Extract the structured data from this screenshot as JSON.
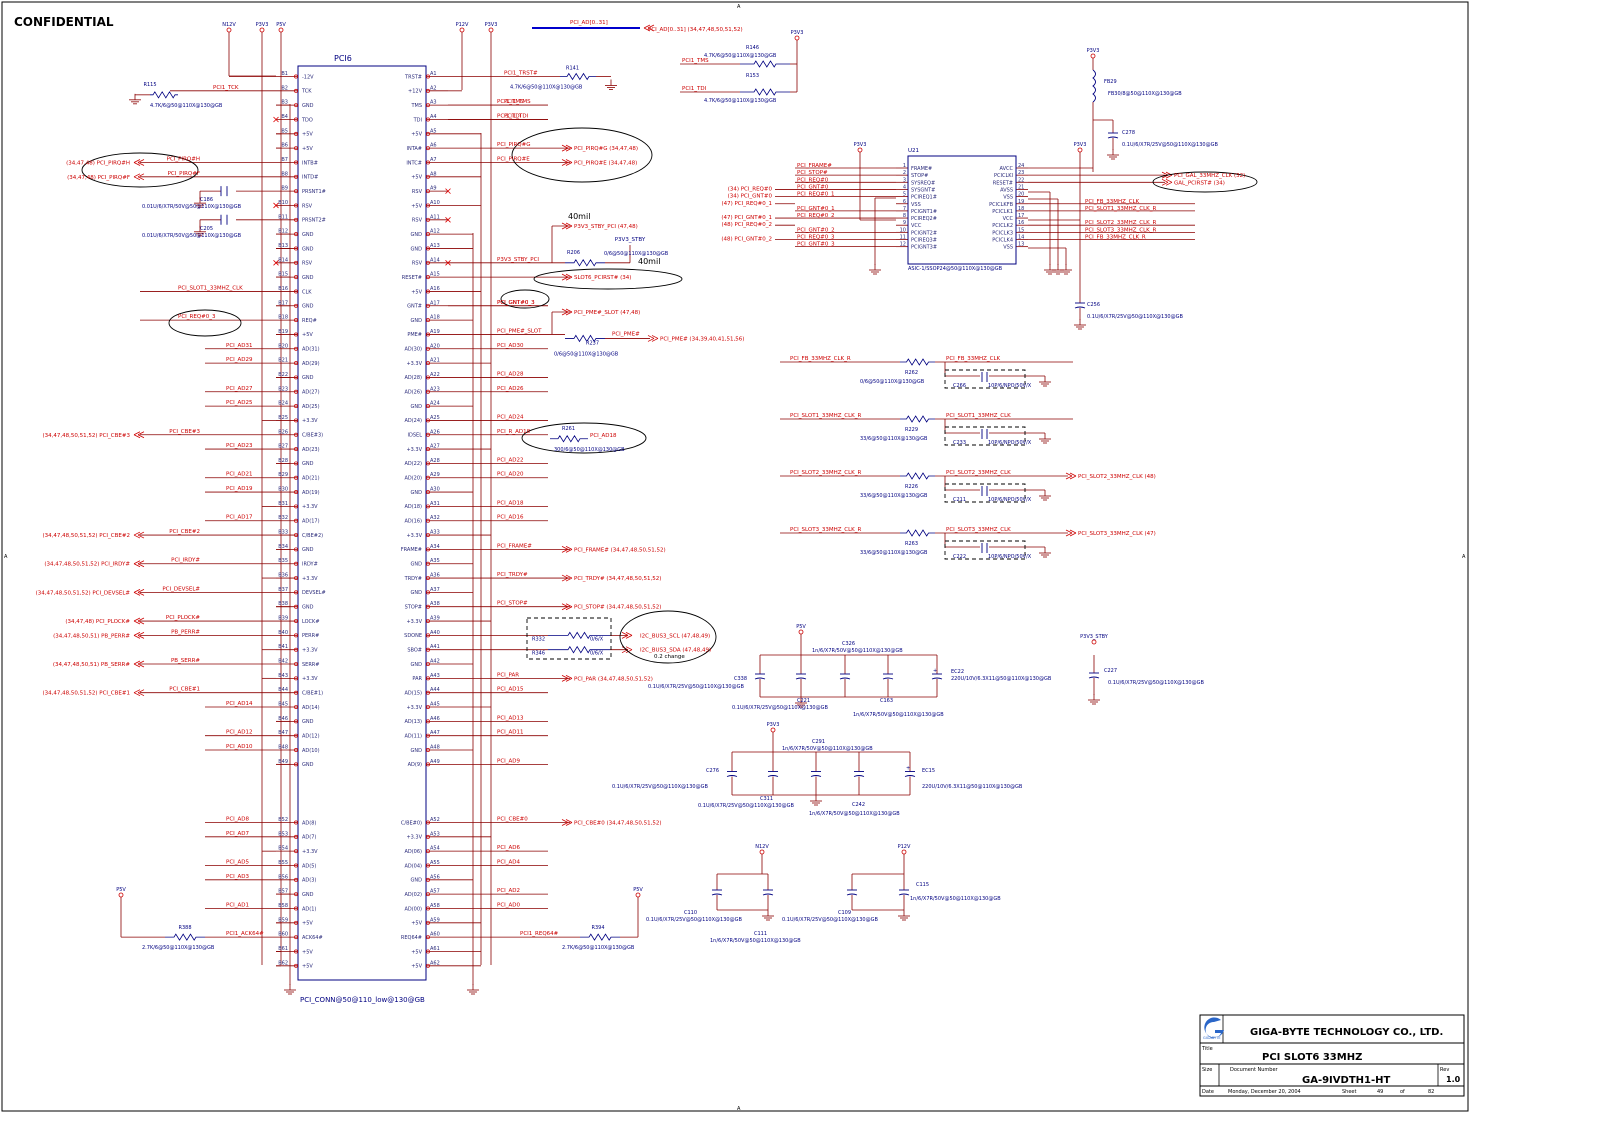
{
  "header": {
    "confidential": "CONFIDENTIAL"
  },
  "edge_markers": {
    "top": "A",
    "bottom": "A",
    "left": "A",
    "right": "A"
  },
  "connector": {
    "ref": "PCI6",
    "footprint": "PCI_CONN@50@110_low@130@GB",
    "left_pins": [
      [
        "B1",
        "-12V"
      ],
      [
        "B2",
        "TCK"
      ],
      [
        "B3",
        "GND"
      ],
      [
        "B4",
        "TDO"
      ],
      [
        "B5",
        "+5V"
      ],
      [
        "B6",
        "+5V"
      ],
      [
        "B7",
        "INTB#"
      ],
      [
        "B8",
        "INTD#"
      ],
      [
        "B9",
        "PRSNT1#"
      ],
      [
        "B10",
        "RSV"
      ],
      [
        "B11",
        "PRSNT2#"
      ],
      [
        "B12",
        "GND"
      ],
      [
        "B13",
        "GND"
      ],
      [
        "B14",
        "RSV"
      ],
      [
        "B15",
        "GND"
      ],
      [
        "B16",
        "CLK"
      ],
      [
        "B17",
        "GND"
      ],
      [
        "B18",
        "REQ#"
      ],
      [
        "B19",
        "+5V"
      ],
      [
        "B20",
        "AD(31)"
      ],
      [
        "B21",
        "AD(29)"
      ],
      [
        "B22",
        "GND"
      ],
      [
        "B23",
        "AD(27)"
      ],
      [
        "B24",
        "AD(25)"
      ],
      [
        "B25",
        "+3.3V"
      ],
      [
        "B26",
        "C/BE#3)"
      ],
      [
        "B27",
        "AD(23)"
      ],
      [
        "B28",
        "GND"
      ],
      [
        "B29",
        "AD(21)"
      ],
      [
        "B30",
        "AD(19)"
      ],
      [
        "B31",
        "+3.3V"
      ],
      [
        "B32",
        "AD(17)"
      ],
      [
        "B33",
        "C/BE#2)"
      ],
      [
        "B34",
        "GND"
      ],
      [
        "B35",
        "IRDY#"
      ],
      [
        "B36",
        "+3.3V"
      ],
      [
        "B37",
        "DEVSEL#"
      ],
      [
        "B38",
        "GND"
      ],
      [
        "B39",
        "LOCK#"
      ],
      [
        "B40",
        "PERR#"
      ],
      [
        "B41",
        "+3.3V"
      ],
      [
        "B42",
        "SERR#"
      ],
      [
        "B43",
        "+3.3V"
      ],
      [
        "B44",
        "C/BE#1)"
      ],
      [
        "B45",
        "AD(14)"
      ],
      [
        "B46",
        "GND"
      ],
      [
        "B47",
        "AD(12)"
      ],
      [
        "B48",
        "AD(10)"
      ],
      [
        "B49",
        "GND"
      ]
    ],
    "left_pins_low": [
      [
        "B52",
        "AD(8)"
      ],
      [
        "B53",
        "AD(7)"
      ],
      [
        "B54",
        "+3.3V"
      ],
      [
        "B55",
        "AD(5)"
      ],
      [
        "B56",
        "AD(3)"
      ],
      [
        "B57",
        "GND"
      ],
      [
        "B58",
        "AD(1)"
      ],
      [
        "B59",
        "+5V"
      ],
      [
        "B60",
        "ACK64#"
      ],
      [
        "B61",
        "+5V"
      ],
      [
        "B62",
        "+5V"
      ]
    ],
    "right_pins": [
      [
        "A1",
        "TRST#"
      ],
      [
        "A2",
        "+12V"
      ],
      [
        "A3",
        "TMS"
      ],
      [
        "A4",
        "TDI"
      ],
      [
        "A5",
        "+5V"
      ],
      [
        "A6",
        "INTA#"
      ],
      [
        "A7",
        "INTC#"
      ],
      [
        "A8",
        "+5V"
      ],
      [
        "A9",
        "RSV"
      ],
      [
        "A10",
        "+5V"
      ],
      [
        "A11",
        "RSV"
      ],
      [
        "A12",
        "GND"
      ],
      [
        "A13",
        "GND"
      ],
      [
        "A14",
        "RSV"
      ],
      [
        "A15",
        "RESET#"
      ],
      [
        "A16",
        "+5V"
      ],
      [
        "A17",
        "GNT#"
      ],
      [
        "A18",
        "GND"
      ],
      [
        "A19",
        "PME#"
      ],
      [
        "A20",
        "AD(30)"
      ],
      [
        "A21",
        "+3.3V"
      ],
      [
        "A22",
        "AD(28)"
      ],
      [
        "A23",
        "AD(26)"
      ],
      [
        "A24",
        "GND"
      ],
      [
        "A25",
        "AD(24)"
      ],
      [
        "A26",
        "IDSEL"
      ],
      [
        "A27",
        "+3.3V"
      ],
      [
        "A28",
        "AD(22)"
      ],
      [
        "A29",
        "AD(20)"
      ],
      [
        "A30",
        "GND"
      ],
      [
        "A31",
        "AD(18)"
      ],
      [
        "A32",
        "AD(16)"
      ],
      [
        "A33",
        "+3.3V"
      ],
      [
        "A34",
        "FRAME#"
      ],
      [
        "A35",
        "GND"
      ],
      [
        "A36",
        "TRDY#"
      ],
      [
        "A37",
        "GND"
      ],
      [
        "A38",
        "STOP#"
      ],
      [
        "A39",
        "+3.3V"
      ],
      [
        "A40",
        "SDONE"
      ],
      [
        "A41",
        "SBO#"
      ],
      [
        "A42",
        "GND"
      ],
      [
        "A43",
        "PAR"
      ],
      [
        "A44",
        "AD(15)"
      ],
      [
        "A45",
        "+3.3V"
      ],
      [
        "A46",
        "AD(13)"
      ],
      [
        "A47",
        "AD(11)"
      ],
      [
        "A48",
        "GND"
      ],
      [
        "A49",
        "AD(9)"
      ]
    ],
    "right_pins_low": [
      [
        "A52",
        "C/BE#0)"
      ],
      [
        "A53",
        "+3.3V"
      ],
      [
        "A54",
        "AD(06)"
      ],
      [
        "A55",
        "AD(04)"
      ],
      [
        "A56",
        "GND"
      ],
      [
        "A57",
        "AD(02)"
      ],
      [
        "A58",
        "AD(00)"
      ],
      [
        "A59",
        "+5V"
      ],
      [
        "A60",
        "REQ64#"
      ],
      [
        "A61",
        "+5V"
      ],
      [
        "A62",
        "+5V"
      ]
    ]
  },
  "rails": {
    "n12v": "N12V",
    "p3v3": "P3V3",
    "p5v": "P5V",
    "p12v": "P12V",
    "p3v3_stby": "P3V3_STBY"
  },
  "bus_label": "PCI_AD[0..31]",
  "bus_ref": "PCI_AD[0..31]   (34,47,48,50,51,52)",
  "left_nets": [
    {
      "pin": "B2",
      "net": "PCI1_TCK"
    },
    {
      "pin": "B7",
      "net": "PCI_PIRQ#H",
      "ref": "(34,47,48)",
      "port": "PCI_PIRQ#H"
    },
    {
      "pin": "B8",
      "net": "PCI_PIRQ#F",
      "ref": "(34,47,48)",
      "port": "PCI_PIRQ#F"
    },
    {
      "pin": "B16",
      "net": "PCI_SLOT1_33MHZ_CLK"
    },
    {
      "pin": "B18",
      "net": "PCI_REQ#0_3"
    },
    {
      "pin": "B20",
      "net": "PCI_AD31"
    },
    {
      "pin": "B21",
      "net": "PCI_AD29"
    },
    {
      "pin": "B23",
      "net": "PCI_AD27"
    },
    {
      "pin": "B24",
      "net": "PCI_AD25"
    },
    {
      "pin": "B26",
      "net": "PCI_CBE#3",
      "ref": "(34,47,48,50,51,52)",
      "port": "PCI_CBE#3"
    },
    {
      "pin": "B27",
      "net": "PCI_AD23"
    },
    {
      "pin": "B29",
      "net": "PCI_AD21"
    },
    {
      "pin": "B30",
      "net": "PCI_AD19"
    },
    {
      "pin": "B32",
      "net": "PCI_AD17"
    },
    {
      "pin": "B33",
      "net": "PCI_CBE#2",
      "ref": "(34,47,48,50,51,52)",
      "port": "PCI_CBE#2"
    },
    {
      "pin": "B35",
      "net": "PCI_IRDY#",
      "ref": "(34,47,48,50,51,52)",
      "port": "PCI_IRDY#"
    },
    {
      "pin": "B37",
      "net": "PCI_DEVSEL#",
      "ref": "(34,47,48,50,51,52)",
      "port": "PCI_DEVSEL#"
    },
    {
      "pin": "B39",
      "net": "PCI_PLOCK#",
      "ref": "(34,47,48)",
      "port": "PCI_PLOCK#"
    },
    {
      "pin": "B40",
      "net": "PB_PERR#",
      "ref": "(34,47,48,50,51)",
      "port": "PB_PERR#"
    },
    {
      "pin": "B42",
      "net": "PB_SERR#",
      "ref": "(34,47,48,50,51)",
      "port": "PB_SERR#"
    },
    {
      "pin": "B44",
      "net": "PCI_CBE#1",
      "ref": "(34,47,48,50,51,52)",
      "port": "PCI_CBE#1"
    },
    {
      "pin": "B45",
      "net": "PCI_AD14"
    },
    {
      "pin": "B47",
      "net": "PCI_AD12"
    },
    {
      "pin": "B48",
      "net": "PCI_AD10"
    },
    {
      "pin": "B52",
      "net": "PCI_AD8"
    },
    {
      "pin": "B53",
      "net": "PCI_AD7"
    },
    {
      "pin": "B55",
      "net": "PCI_AD5"
    },
    {
      "pin": "B56",
      "net": "PCI_AD3"
    },
    {
      "pin": "B58",
      "net": "PCI_AD1"
    },
    {
      "pin": "B60",
      "net": "PCI1_ACK64#"
    }
  ],
  "right_nets": [
    {
      "pin": "A1",
      "net": "PCI1_TRST#"
    },
    {
      "pin": "A3",
      "net": "PCI1_TMS"
    },
    {
      "pin": "A4",
      "net": "PCI1_TDI"
    },
    {
      "pin": "A6",
      "net": "PCI_PIRQ#G",
      "port": "PCI_PIRQ#G",
      "ref": "(34,47,48)"
    },
    {
      "pin": "A7",
      "net": "PCI_PIRQ#E",
      "port": "PCI_PIRQ#E",
      "ref": "(34,47,48)"
    },
    {
      "pin": "A14",
      "net": "P3V3_STBY_PCI"
    },
    {
      "pin": "A15",
      "net": "",
      "port": "SLOT6_PCIRST#",
      "ref": "(34)"
    },
    {
      "pin": "A17",
      "net": "PCI_GNT#0_3"
    },
    {
      "pin": "A19",
      "net": "PCI_PME#_SLOT"
    },
    {
      "pin": "A20",
      "net": "PCI_AD30"
    },
    {
      "pin": "A22",
      "net": "PCI_AD28"
    },
    {
      "pin": "A23",
      "net": "PCI_AD26"
    },
    {
      "pin": "A25",
      "net": "PCI_AD24"
    },
    {
      "pin": "A26",
      "net": "PCI_R_AD18"
    },
    {
      "pin": "A28",
      "net": "PCI_AD22"
    },
    {
      "pin": "A29",
      "net": "PCI_AD20"
    },
    {
      "pin": "A31",
      "net": "PCI_AD18"
    },
    {
      "pin": "A32",
      "net": "PCI_AD16"
    },
    {
      "pin": "A34",
      "net": "PCI_FRAME#",
      "port": "PCI_FRAME#",
      "ref": "(34,47,48,50,51,52)"
    },
    {
      "pin": "A36",
      "net": "PCI_TRDY#",
      "port": "PCI_TRDY#",
      "ref": "(34,47,48,50,51,52)"
    },
    {
      "pin": "A38",
      "net": "PCI_STOP#",
      "port": "PCI_STOP#",
      "ref": "(34,47,48,50,51,52)"
    },
    {
      "pin": "A43",
      "net": "PCI_PAR",
      "port": "PCI_PAR",
      "ref": "(34,47,48,50,51,52)"
    },
    {
      "pin": "A44",
      "net": "PCI_AD15"
    },
    {
      "pin": "A46",
      "net": "PCI_AD13"
    },
    {
      "pin": "A47",
      "net": "PCI_AD11"
    },
    {
      "pin": "A49",
      "net": "PCI_AD9"
    },
    {
      "pin": "A52",
      "net": "PCI_CBE#0",
      "port": "PCI_CBE#0",
      "ref": "(34,47,48,50,51,52)"
    },
    {
      "pin": "A54",
      "net": "PCI_AD6"
    },
    {
      "pin": "A55",
      "net": "PCI_AD4"
    },
    {
      "pin": "A57",
      "net": "PCI_AD2"
    },
    {
      "pin": "A58",
      "net": "PCI_AD0"
    },
    {
      "pin": "A60",
      "net": "PCI1_REQ64#"
    }
  ],
  "resistors": {
    "r115": {
      "ref": "R115",
      "val": "4.7K/6@50@110X@130@GB"
    },
    "r141": {
      "ref": "R141",
      "val": "4.7K/6@50@110X@130@GB"
    },
    "r146": {
      "ref": "R146",
      "val": "4.7K/6@50@110X@130@GB"
    },
    "r153": {
      "ref": "R153",
      "val": "4.7K/6@50@110X@130@GB"
    },
    "r206": {
      "ref": "R206",
      "val": "0/6@50@110X@130@GB"
    },
    "r237": {
      "ref": "R237",
      "val": "0/6@50@110X@130@GB"
    },
    "r261": {
      "ref": "R261",
      "val": "300/6@50@110X@130@GB"
    },
    "r388": {
      "ref": "R388",
      "val": "2.7K/6@50@110X@130@GB"
    },
    "r394": {
      "ref": "R394",
      "val": "2.7K/6@50@110X@130@GB"
    },
    "r332": {
      "ref": "R332",
      "val": "0/6/X"
    },
    "r346": {
      "ref": "R346",
      "val": "0/6/X"
    }
  },
  "caps_misc": {
    "c186": {
      "ref": "C186",
      "val": "0.01U/6/X7R/50V@50@110X@130@GB"
    },
    "c205": {
      "ref": "C205",
      "val": "0.01U/6/X7R/50V@50@110X@130@GB"
    }
  },
  "notes": {
    "w40a": "40mil",
    "w40b": "40mil",
    "change": "0.2 change",
    "pme_ref": "(34,39,40,41,51,56)",
    "pme_port": "PCI_PME#",
    "pme_net": "PCI_PME#_SLOT",
    "pme_mid": "PCI_PME#",
    "stby_ref": "(47,48)",
    "stby_port": "P3V3_STBY_PCI",
    "stby_src": "P3V3_STBY",
    "pme_slot_port": "PCI_PME#_SLOT",
    "pme_slot_ref": "(47,48)",
    "idsel": "PCI_AD18",
    "i2c_scl": "I2C_BUS3_SCL",
    "i2c_sda": "I2C_BUS3_SDA",
    "i2c_ref_scl": "(47,48,49)",
    "i2c_ref_sda": "(47,48,49)"
  },
  "u21": {
    "ref": "U21",
    "footprint": "ASIC-1/SSOP24@50@110X@130@GB",
    "left_pins": [
      [
        "1",
        "FRAME#"
      ],
      [
        "2",
        "STOP#"
      ],
      [
        "3",
        "SYSREQ#"
      ],
      [
        "4",
        "SYSGNT#"
      ],
      [
        "5",
        "PCIREQ1#"
      ],
      [
        "6",
        "VSS"
      ],
      [
        "7",
        "PCIGNT1#"
      ],
      [
        "8",
        "PCIREQ2#"
      ],
      [
        "9",
        "VCC"
      ],
      [
        "10",
        "PCIGNT2#"
      ],
      [
        "11",
        "PCIREQ3#"
      ],
      [
        "12",
        "PCIGNT3#"
      ]
    ],
    "right_pins": [
      [
        "24",
        "AVCC"
      ],
      [
        "23",
        "PCICLKI"
      ],
      [
        "22",
        "RESET#"
      ],
      [
        "21",
        "AVSS"
      ],
      [
        "20",
        "VSS"
      ],
      [
        "19",
        "PCICLKFB"
      ],
      [
        "18",
        "PCICLK1"
      ],
      [
        "17",
        "VCC"
      ],
      [
        "16",
        "PCICLK2"
      ],
      [
        "15",
        "PCICLK3"
      ],
      [
        "14",
        "PCICLK4"
      ],
      [
        "13",
        "VSS"
      ]
    ],
    "left_nets": [
      "PCI_FRAME#",
      "PCI_STOP#",
      "PCI_REQ#0",
      "PCI_GNT#0",
      "PCI_REQ#0_1",
      "",
      "PCI_GNT#0_1",
      "PCI_REQ#0_2",
      "",
      "PCI_GNT#0_2",
      "PCI_REQ#0_3",
      "PCI_GNT#0_3"
    ],
    "left_ports": [
      {
        "row": 3,
        "text": "(34)  PCI_REQ#0"
      },
      {
        "row": 4,
        "text": "(34)  PCI_GNT#0"
      },
      {
        "row": 5,
        "text": "(47)  PCI_REQ#0_1"
      },
      {
        "row": 7,
        "text": "(47)  PCI_GNT#0_1"
      },
      {
        "row": 8,
        "text": "(48)  PCI_REQ#0_2"
      },
      {
        "row": 10,
        "text": "(48)  PCI_GNT#0_2"
      }
    ],
    "right_nets": [
      "",
      "PCI_GAL_33MHZ_CLK",
      "GAL_PCIRST#",
      "",
      "",
      "PCI_FB_33MHZ_CLK",
      "PCI_SLOT1_33MHZ_CLK_R",
      "",
      "PCI_SLOT2_33MHZ_CLK_R",
      "PCI_SLOT3_33MHZ_CLK_R",
      "PCI_FB_33MHZ_CLK_R",
      ""
    ],
    "right_ports": [
      {
        "row": 1,
        "text": "PCI_GAL_33MHZ_CLK  (32)"
      },
      {
        "row": 2,
        "text": "GAL_PCIRST#  (34)"
      }
    ],
    "fb29": {
      "ref": "FB29",
      "val": "FB30/8@50@110X@130@GB"
    },
    "c278": {
      "ref": "C278",
      "val": "0.1U/6/X7R/25V@50@110X@130@GB"
    },
    "c256": {
      "ref": "C256",
      "val": "0.1U/6/X7R/25V@50@110X@130@GB"
    }
  },
  "clk_rows": [
    {
      "in": "PCI_FB_33MHZ_CLK_R",
      "out": "PCI_FB_33MHZ_CLK",
      "r": "R262",
      "rval": "0/6@50@110X@130@GB",
      "c": "C266",
      "cval": "10P/6/NPO/50V/X",
      "port": ""
    },
    {
      "in": "PCI_SLOT1_33MHZ_CLK_R",
      "out": "PCI_SLOT1_33MHZ_CLK",
      "r": "R229",
      "rval": "33/6@50@110X@130@GB",
      "c": "C233",
      "cval": "10P/6/NPO/50V/X",
      "port": ""
    },
    {
      "in": "PCI_SLOT2_33MHZ_CLK_R",
      "out": "PCI_SLOT2_33MHZ_CLK",
      "r": "R226",
      "rval": "33/6@50@110X@130@GB",
      "c": "C211",
      "cval": "10P/6/NPO/50V/X",
      "port": "PCI_SLOT2_33MHZ_CLK  (48)"
    },
    {
      "in": "PCI_SLOT3_33MHZ_CLK_R",
      "out": "PCI_SLOT3_33MHZ_CLK",
      "r": "R263",
      "rval": "33/6@50@110X@130@GB",
      "c": "C222",
      "cval": "10P/6/NPO/50V/X",
      "port": "PCI_SLOT3_33MHZ_CLK  (47)"
    }
  ],
  "decoupling": {
    "p5v": {
      "rail": "P5V",
      "c338": "C338",
      "c338v": "0.1U/6/X7R/25V@50@110X@130@GB",
      "c326": "C326",
      "c326v": "1n/6/X7R/50V@50@110X@130@GB",
      "c221": "C221",
      "c221v": "0.1U/6/X7R/25V@50@110X@130@GB",
      "c163": "C163",
      "c163v": "1n/6/X7R/50V@50@110X@130@GB",
      "ec22": "EC22",
      "ec22v": "220U/10V/6.3X11@50@110X@130@GB"
    },
    "p3v3": {
      "rail": "P3V3",
      "c276": "C276",
      "c276v": "0.1U/6/X7R/25V@50@110X@130@GB",
      "c291": "C291",
      "c291v": "1n/6/X7R/50V@50@110X@130@GB",
      "c311": "C311",
      "c311v": "0.1U/6/X7R/25V@50@110X@130@GB",
      "c242": "C242",
      "c242v": "1n/6/X7R/50V@50@110X@130@GB",
      "ec15": "EC15",
      "ec15v": "220U/10V/6.3X11@50@110X@130@GB"
    },
    "stby": {
      "rail": "P3V3_STBY",
      "c227": "C227",
      "c227v": "0.1U/6/X7R/25V@50@110X@130@GB"
    },
    "n12v": {
      "rail": "N12V",
      "c110": "C110",
      "c110v": "0.1U/6/X7R/25V@50@110X@130@GB",
      "c111": "C111",
      "c111v": "1n/6/X7R/50V@50@110X@130@GB"
    },
    "p12v": {
      "rail": "P12V",
      "c109": "C109",
      "c109v": "0.1U/6/X7R/25V@50@110X@130@GB",
      "c115": "C115",
      "c115v": "1n/6/X7R/50V@50@110X@130@GB"
    }
  },
  "title_block": {
    "company": "GIGA-BYTE TECHNOLOGY CO., LTD.",
    "title_label": "Title",
    "title": "PCI SLOT6 33MHZ",
    "size_label": "Size",
    "docnum_label": "Document Number",
    "docnum": "GA-9IVDTH1-HT",
    "rev_label": "Rev",
    "rev": "1.0",
    "date_label": "Date",
    "date": "Monday, December 20, 2004",
    "sheet_label": "Sheet",
    "sheet": "49",
    "of_label": "of",
    "total": "82"
  },
  "colors": {
    "wire": "#8b0000",
    "net": "#cc0000",
    "part": "#000080",
    "pin": "#2a2a7a",
    "frame": "#000000"
  }
}
